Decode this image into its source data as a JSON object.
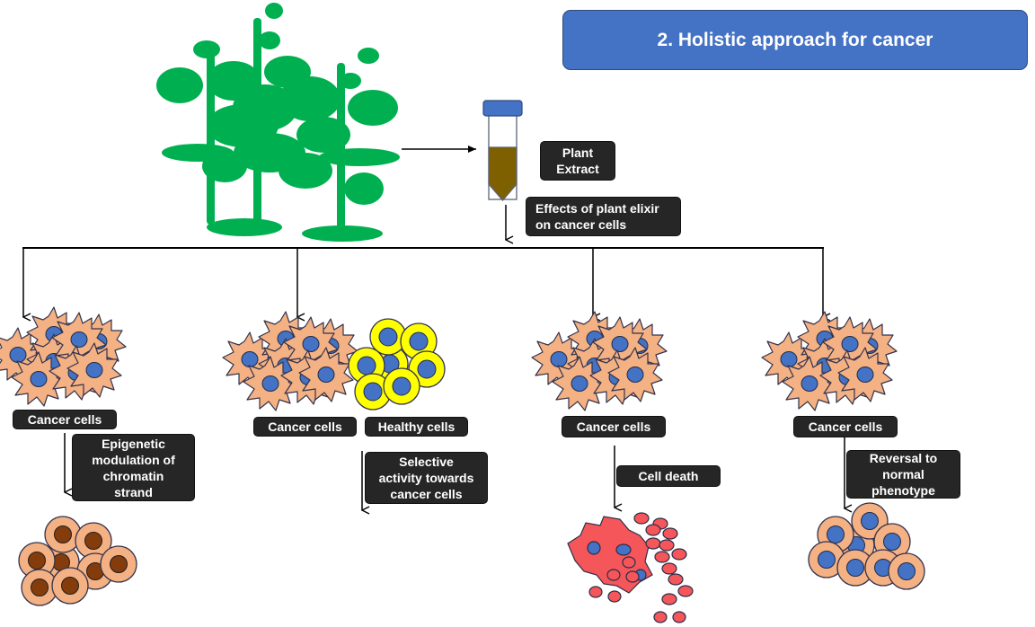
{
  "title": "2.  Holistic approach for cancer",
  "source": {
    "plant_icon": "plant-icon",
    "tube_icon": "test-tube-icon",
    "extract_label": "Plant\nExtract",
    "effects_label": "Effects of plant elixir\non cancer cells"
  },
  "branches": [
    {
      "id": "epigenetic",
      "cell_label": "Cancer cells",
      "effect_label": "Epigenetic\nmodulation of\nchromatin\nstrand",
      "result_icon": "modified-cells-icon"
    },
    {
      "id": "selective",
      "cell_label": "Cancer cells",
      "healthy_label": "Healthy cells",
      "effect_label": "Selective\nactivity towards\ncancer cells"
    },
    {
      "id": "death",
      "cell_label": "Cancer cells",
      "effect_label": "Cell death",
      "result_icon": "dead-cells-icon"
    },
    {
      "id": "reversal",
      "cell_label": "Cancer cells",
      "effect_label": "Reversal to\nnormal\nphenotype",
      "result_icon": "normal-cells-icon"
    }
  ],
  "colors": {
    "title_bg": "#4472c4",
    "label_bg": "#262626",
    "plant": "#00b050",
    "cancer_cell": "#f4b183",
    "nucleus_blue": "#4472c4",
    "nucleus_brown": "#843c0c",
    "healthy_cell": "#ffff00",
    "dead_cell": "#f4565a",
    "extract": "#7f6000",
    "tube_cap": "#4472c4"
  }
}
